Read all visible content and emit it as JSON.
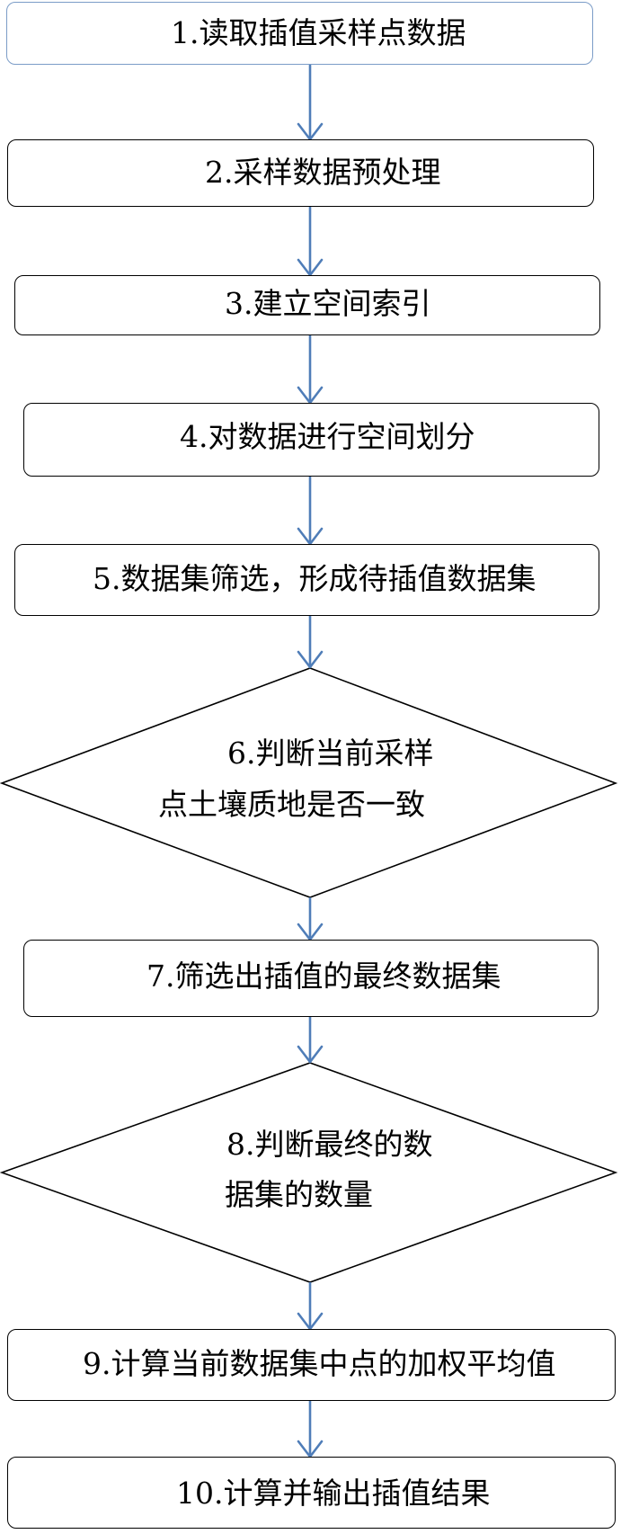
{
  "colors": {
    "arrow": "#4f7db8",
    "box_border": "#000000",
    "first_box_border": "#7b9cc7",
    "text": "#000000"
  },
  "steps": [
    {
      "text": "1.读取插值采样点数据"
    },
    {
      "text": "2.采样数据预处理"
    },
    {
      "text": "3.建立空间索引"
    },
    {
      "text": "4.对数据进行空间划分"
    },
    {
      "text": "5.数据集筛选，形成待插值数据集"
    },
    {
      "line1": "6.判断当前采样",
      "line2": "点土壤质地是否一致"
    },
    {
      "text": "7.筛选出插值的最终数据集"
    },
    {
      "line1": "8.判断最终的数",
      "line2": "据集的数量"
    },
    {
      "text": "9.计算当前数据集中点的加权平均值"
    },
    {
      "text": "10.计算并输出插值结果"
    }
  ]
}
